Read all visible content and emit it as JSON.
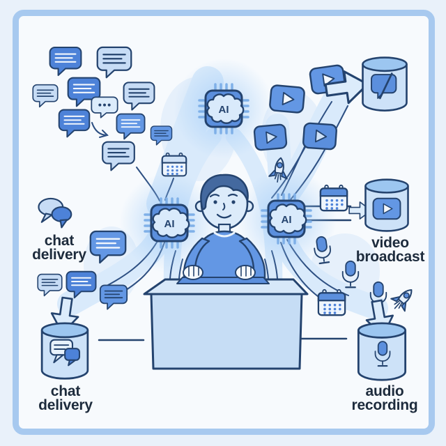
{
  "scene": "cartoon illustration of a person at a desk with AI chips routing chat, video and audio content flows",
  "labels": {
    "chat_delivery_top": "chat delivery",
    "chat_delivery_bottom": "chat delivery",
    "video_broadcast": "video broadcast",
    "audio_recording": "audio recording"
  },
  "chips": {
    "label": "AI"
  },
  "icons": [
    "chat-bubble-icon",
    "chat-bubble-dots-icon",
    "chat-pair-icon",
    "calendar-icon",
    "ai-chip-icon",
    "video-play-icon",
    "rocket-icon",
    "microphone-icon",
    "database-cylinder-icon",
    "arrow-down-icon",
    "arrow-right-icon",
    "chat-slash-icon",
    "person-at-desk",
    "desk"
  ],
  "colors": {
    "bg_outer": "#e9f1fa",
    "frame": "#a7c9ef",
    "bg_inner": "#f7fafd",
    "outline": "#24436e",
    "text": "#1d2b3c",
    "bubble_dark": "#4d82d8",
    "bubble_medium": "#6397e4",
    "bubble_light": "#c7dcf5",
    "stream": "#d9eafb",
    "soft_blob": "#e6f0fb",
    "cylinder_body": "#cde2f8",
    "cylinder_top": "#9cc6f0",
    "chip_body": "#5b8fdd",
    "chip_pin": "#7fb0e8",
    "brain_fill": "#d9eafb",
    "skin": "#dcebfa",
    "hair": "#44699f",
    "sweater": "#6397e4",
    "desk_top": "#d7e8f9",
    "desk_front": "#c6ddf5",
    "arrow_fill": "#dcecfb",
    "accent_line": "#2d4f82"
  }
}
